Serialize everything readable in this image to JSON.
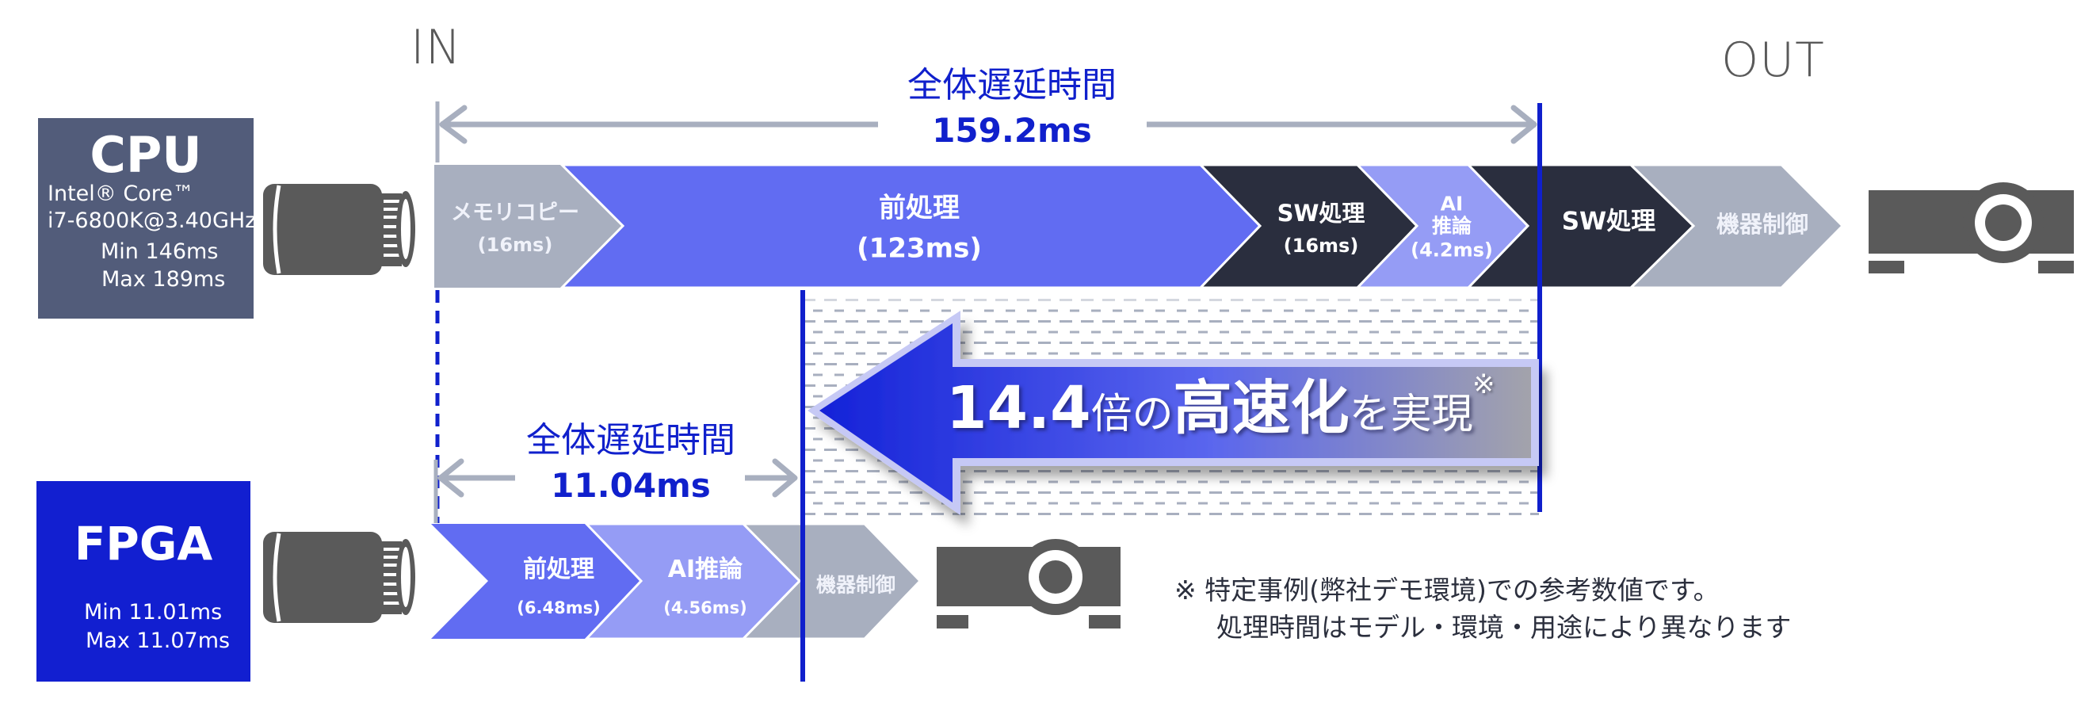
{
  "labels": {
    "in": "IN",
    "out": "OUT"
  },
  "colors": {
    "cpu_box": "#525c7a",
    "fpga_box": "#121fd0",
    "preprocess": "#616cf2",
    "ai_inference": "#959cf5",
    "sw_process": "#2a2e3e",
    "memory_and_control": "#a8afbf",
    "accent_blue": "#1020cc",
    "device_gray": "#5a5a5a"
  },
  "cpu": {
    "title": "CPU",
    "model_line1": "Intel® Core™",
    "model_line2": "i7-6800K@3.40GHz",
    "min": "Min  146ms",
    "max": "Max 189ms",
    "total_label": "全体遅延時間",
    "total_value": "159.2ms",
    "segments": [
      {
        "name": "メモリコピー",
        "time": "(16ms)"
      },
      {
        "name": "前処理",
        "time": "(123ms)"
      },
      {
        "name": "SW処理",
        "time": "(16ms)"
      },
      {
        "name_line1": "AI",
        "name_line2": "推論",
        "time": "(4.2ms)"
      },
      {
        "name": "SW処理",
        "time": ""
      },
      {
        "name": "機器制御",
        "time": ""
      }
    ]
  },
  "fpga": {
    "title": "FPGA",
    "min": "Min 11.01ms",
    "max": "Max 11.07ms",
    "total_label": "全体遅延時間",
    "total_value": "11.04ms",
    "segments": [
      {
        "name": "前処理",
        "time": "(6.48ms)"
      },
      {
        "name": "AI推論",
        "time": "(4.56ms)"
      },
      {
        "name": "機器制御",
        "time": ""
      }
    ]
  },
  "speedup": {
    "factor": "14.4",
    "text_bai_no": "倍の",
    "text_kosokuka": "高速化",
    "text_wo_jitsugen": "を実現",
    "note_mark": "※"
  },
  "footnote": {
    "line1": "※ 特定事例(弊社デモ環境)での参考数値です。",
    "line2": "処理時間はモデル・環境・用途により異なります"
  },
  "icons": {
    "camera": "camera-icon",
    "projector": "projector-icon",
    "arrow": "left-arrow-icon"
  }
}
